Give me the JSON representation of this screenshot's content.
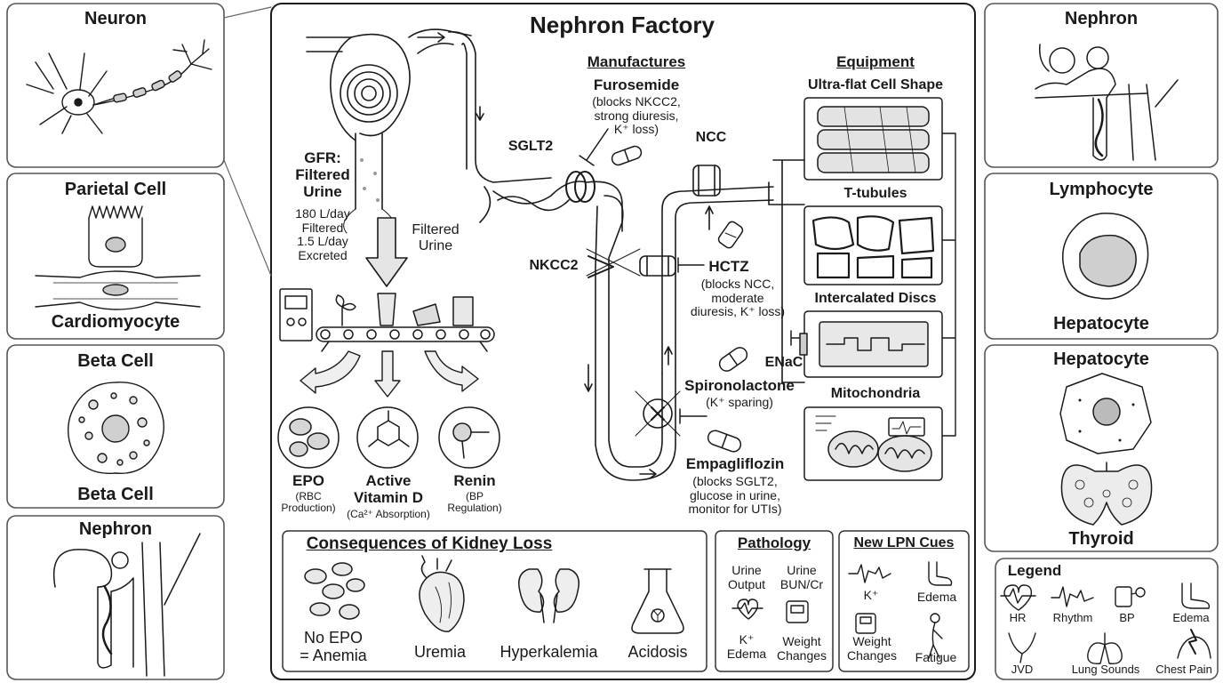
{
  "title": "Nephron Factory",
  "left_panels": [
    {
      "title": "Neuron"
    },
    {
      "title": "Parietal Cell",
      "bottom": "Cardiomyocyte"
    },
    {
      "title": "Beta Cell",
      "bottom": "Beta Cell"
    },
    {
      "title": "Nephron"
    }
  ],
  "right_panels": [
    {
      "title": "Nephron"
    },
    {
      "title": "Lymphocyte",
      "bottom": "Hepatocyte"
    },
    {
      "title": "Hepatocyte",
      "bottom": "Thyroid"
    }
  ],
  "gfr": {
    "heading": "GFR:\nFiltered\nUrine",
    "detail": "180 L/day\nFiltered\n1.5 L/day\nExcreted",
    "arrow_label": "Filtered\nUrine"
  },
  "transporters": {
    "sglt2": "SGLT2",
    "ncc": "NCC",
    "nkcc2": "NKCC2",
    "enac": "ENaC"
  },
  "manufactures": {
    "heading": "Manufactures",
    "furosemide_name": "Furosemide",
    "furosemide_detail": "(blocks NKCC2,\nstrong diuresis,\nK⁺ loss)"
  },
  "drugs": {
    "hctz_name": "HCTZ",
    "hctz_detail": "(blocks NCC,\nmoderate\ndiuresis, K⁺ loss)",
    "spiro_name": "Spironolactone",
    "spiro_detail": "(K⁺ sparing)",
    "empa_name": "Empagliflozin",
    "empa_detail": "(blocks SGLT2,\nglucose in urine,\nmonitor for UTIs)"
  },
  "products": [
    {
      "name": "EPO",
      "detail": "(RBC\nProduction)"
    },
    {
      "name": "Active\nVitamin D",
      "detail": "(Ca²⁺ Absorption)"
    },
    {
      "name": "Renin",
      "detail": "(BP\nRegulation)"
    }
  ],
  "equipment": {
    "heading": "Equipment",
    "items": [
      "Ultra-flat Cell Shape",
      "T-tubules",
      "Intercalated Discs",
      "Mitochondria"
    ]
  },
  "consequences": {
    "heading": "Consequences of Kidney Loss",
    "items": [
      "No EPO\n= Anemia",
      "Uremia",
      "Hyperkalemia",
      "Acidosis"
    ]
  },
  "pathology": {
    "heading": "Pathology",
    "items": [
      "Urine\nOutput",
      "Urine\nBUN/Cr",
      "K⁺\nEdema",
      "Weight\nChanges"
    ]
  },
  "lpn": {
    "heading": "New LPN Cues",
    "items": [
      "K⁺",
      "Edema",
      "Weight\nChanges",
      "Fatigue"
    ]
  },
  "legend": {
    "heading": "Legend",
    "items": [
      "HR",
      "Rhythm",
      "BP",
      "Edema",
      "JVD",
      "Lung Sounds",
      "Chest Pain"
    ]
  },
  "colors": {
    "ink": "#1a1a1a",
    "panel_border": "#9a9a9a",
    "shade": "#d8d8d8"
  },
  "icons": [
    "neuron-icon",
    "parietal-cell-icon",
    "cardiomyocyte-icon",
    "beta-cell-icon",
    "nephron-icon",
    "lymphocyte-icon",
    "hepatocyte-icon",
    "thyroid-icon",
    "glomerulus-icon",
    "conveyor-icon",
    "pill-icon",
    "heart-icon",
    "kidney-icon",
    "flask-icon",
    "mitochondria-icon"
  ]
}
